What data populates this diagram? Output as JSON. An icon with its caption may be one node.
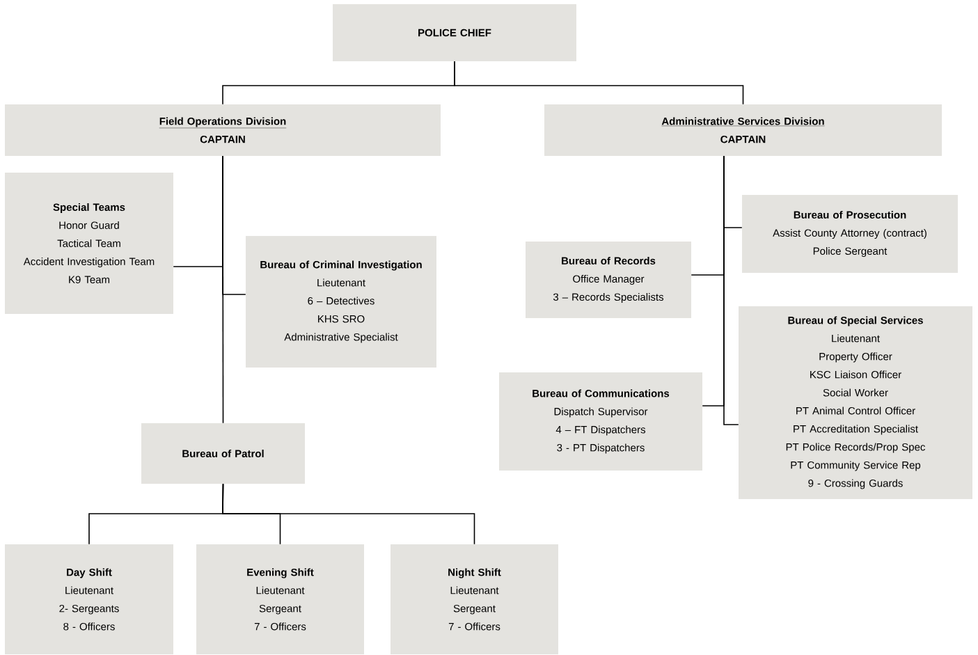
{
  "diagram": {
    "nodes": [
      {
        "text": [
          "POLICE CHIEF"
        ]
      },
      {
        "text": [
          "Field Operations Division",
          "CAPTAIN"
        ]
      },
      {
        "text": [
          "Administrative Services Division",
          "CAPTAIN"
        ]
      },
      {
        "text": [
          "Special Teams",
          "Honor Guard",
          "Tactical Team",
          "Accident Investigation Team",
          "K9 Team"
        ]
      },
      {
        "text": [
          "Bureau of Criminal Investigation",
          "Lieutenant",
          "6 – Detectives",
          "KHS SRO",
          "Administrative Specialist"
        ]
      },
      {
        "text": [
          "Bureau of Patrol"
        ]
      },
      {
        "text": [
          "Day Shift",
          "Lieutenant",
          "2- Sergeants",
          "8 - Officers"
        ]
      },
      {
        "text": [
          "Evening Shift",
          "Lieutenant",
          "Sergeant",
          "7 - Officers"
        ]
      },
      {
        "text": [
          "Night Shift",
          "Lieutenant",
          "Sergeant",
          "7 - Officers"
        ]
      },
      {
        "text": [
          "Bureau of Prosecution",
          "Assist County Attorney (contract)",
          "Police Sergeant"
        ]
      },
      {
        "text": [
          "Bureau of Records",
          "Office Manager",
          "3 – Records Specialists"
        ]
      },
      {
        "text": [
          "Bureau of Special Services",
          "Lieutenant",
          "Property Officer",
          "KSC Liaison Officer",
          "Social Worker",
          "PT Animal Control Officer",
          "PT Accreditation Specialist",
          "PT Police Records/Prop Spec",
          "PT Community Service Rep",
          "9 - Crossing Guards"
        ]
      },
      {
        "text": [
          "Bureau of Communications",
          "Dispatch Supervisor",
          "4 – FT Dispatchers",
          "3 - PT Dispatchers"
        ]
      }
    ],
    "edges": [
      {
        "from": 0,
        "to": 1,
        "arrow": "none"
      },
      {
        "from": 0,
        "to": 2,
        "arrow": "none"
      },
      {
        "from": 1,
        "to": 3,
        "arrow": "none"
      },
      {
        "from": 1,
        "to": 4,
        "arrow": "none"
      },
      {
        "from": 1,
        "to": 5,
        "arrow": "none"
      },
      {
        "from": 5,
        "to": 6,
        "arrow": "none"
      },
      {
        "from": 5,
        "to": 7,
        "arrow": "none"
      },
      {
        "from": 5,
        "to": 8,
        "arrow": "none"
      },
      {
        "from": 2,
        "to": 9,
        "arrow": "none"
      },
      {
        "from": 2,
        "to": 10,
        "arrow": "none"
      },
      {
        "from": 2,
        "to": 11,
        "arrow": "none"
      },
      {
        "from": 2,
        "to": 12,
        "arrow": "none"
      }
    ]
  }
}
